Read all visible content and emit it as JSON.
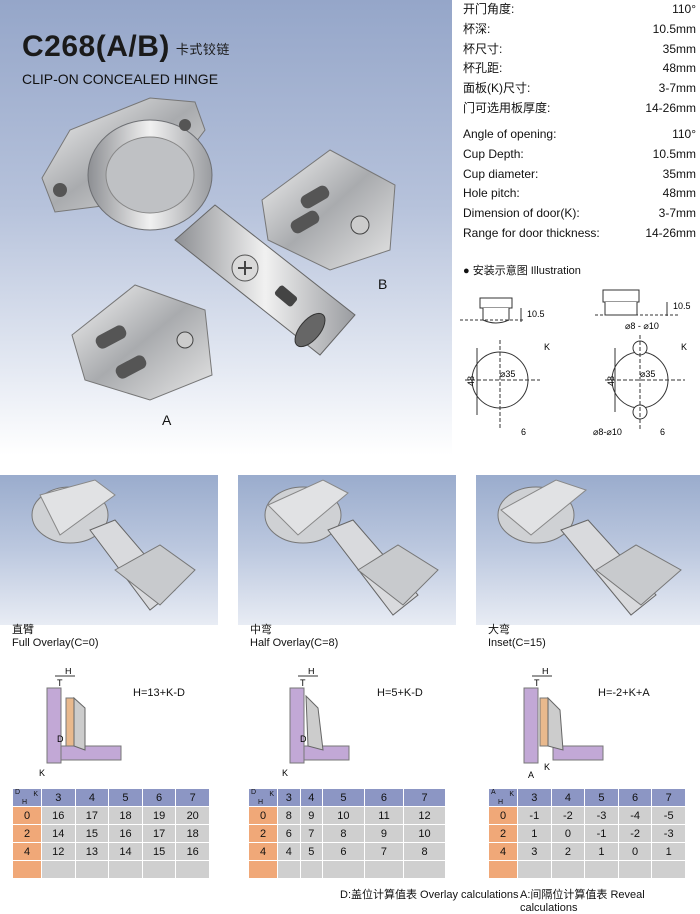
{
  "header": {
    "model": "C268(A/B)",
    "model_cn": "卡式铰链",
    "subtitle": "CLIP-ON CONCEALED HINGE",
    "label_a": "A",
    "label_b": "B"
  },
  "specs_cn": [
    {
      "label": "开门角度:",
      "value": "110°"
    },
    {
      "label": "杯深:",
      "value": "10.5mm"
    },
    {
      "label": "杯尺寸:",
      "value": "35mm"
    },
    {
      "label": "杯孔距:",
      "value": "48mm"
    },
    {
      "label": "面板(K)尺寸:",
      "value": "3-7mm"
    },
    {
      "label": "门可选用板厚度:",
      "value": "14-26mm"
    }
  ],
  "specs_en": [
    {
      "label": "Angle of opening:",
      "value": "110°"
    },
    {
      "label": "Cup Depth:",
      "value": "10.5mm"
    },
    {
      "label": "Cup diameter:",
      "value": "35mm"
    },
    {
      "label": "Hole pitch:",
      "value": "48mm"
    },
    {
      "label": "Dimension of door(K):",
      "value": "3-7mm"
    },
    {
      "label": "Range for door thickness:",
      "value": "14-26mm"
    }
  ],
  "illustration": {
    "title": "● 安装示意图 Illustration",
    "cup_depth": "10.5",
    "cup_depth_b": "10.5",
    "cup_b_hole": "⌀8 - ⌀10",
    "diameter": "⌀35",
    "diameter_b": "⌀35",
    "pitch": "48",
    "pitch_b": "48",
    "k_label": "K",
    "k_label_b": "K",
    "offset": "6",
    "offset_b": "6",
    "hole_b": "⌀8-⌀10"
  },
  "types": [
    {
      "cn": "直臂",
      "en": "Full Overlay(C=0)",
      "formula": "H=13+K-D"
    },
    {
      "cn": "中弯",
      "en": "Half Overlay(C=8)",
      "formula": "H=5+K-D"
    },
    {
      "cn": "大弯",
      "en": "Inset(C=15)",
      "formula": "H=-2+K+A"
    }
  ],
  "diagram_labels": {
    "h": "H",
    "t": "T",
    "d": "D",
    "a": "A",
    "k": "K"
  },
  "tables": [
    {
      "corner": [
        "D",
        "K",
        "H"
      ],
      "headers": [
        "3",
        "4",
        "5",
        "6",
        "7"
      ],
      "rows": [
        {
          "h": "0",
          "cells": [
            "16",
            "17",
            "18",
            "19",
            "20"
          ]
        },
        {
          "h": "2",
          "cells": [
            "14",
            "15",
            "16",
            "17",
            "18"
          ]
        },
        {
          "h": "4",
          "cells": [
            "12",
            "13",
            "14",
            "15",
            "16"
          ]
        },
        {
          "h": "",
          "cells": [
            "",
            "",
            "",
            "",
            ""
          ]
        }
      ]
    },
    {
      "corner": [
        "D",
        "K",
        "H"
      ],
      "headers": [
        "3",
        "4",
        "5",
        "6",
        "7"
      ],
      "rows": [
        {
          "h": "0",
          "cells": [
            "8",
            "9",
            "10",
            "11",
            "12"
          ]
        },
        {
          "h": "2",
          "cells": [
            "6",
            "7",
            "8",
            "9",
            "10"
          ]
        },
        {
          "h": "4",
          "cells": [
            "4",
            "5",
            "6",
            "7",
            "8"
          ]
        },
        {
          "h": "",
          "cells": [
            "",
            "",
            "",
            "",
            ""
          ]
        }
      ]
    },
    {
      "corner": [
        "A",
        "K",
        "H"
      ],
      "headers": [
        "3",
        "4",
        "5",
        "6",
        "7"
      ],
      "rows": [
        {
          "h": "0",
          "cells": [
            "-1",
            "-2",
            "-3",
            "-4",
            "-5"
          ]
        },
        {
          "h": "2",
          "cells": [
            "1",
            "0",
            "-1",
            "-2",
            "-3"
          ]
        },
        {
          "h": "4",
          "cells": [
            "3",
            "2",
            "1",
            "0",
            "1"
          ]
        },
        {
          "h": "",
          "cells": [
            "",
            "",
            "",
            "",
            ""
          ]
        }
      ]
    }
  ],
  "footnotes": {
    "overlay": "D:盖位计算值表  Overlay calculations",
    "reveal": "A:间隔位计算值表  Reveal calculations"
  }
}
